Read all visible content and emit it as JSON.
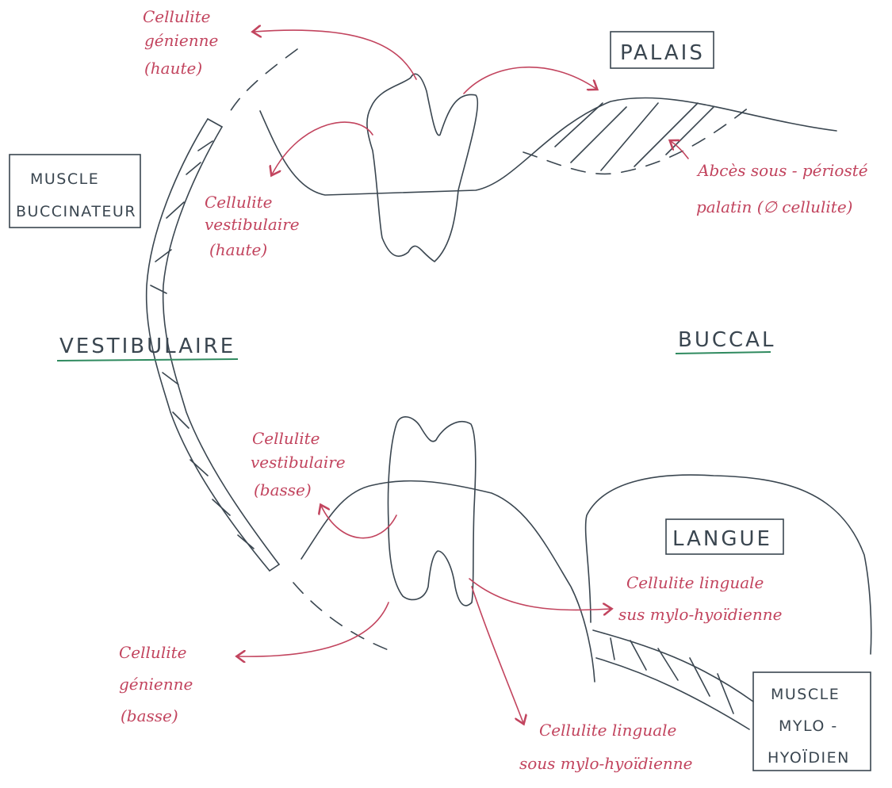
{
  "labels": {
    "palais": "PALAIS",
    "muscle_buccinateur": [
      "MUSCLE",
      "BUCCINATEUR"
    ],
    "vestibulaire": "VESTIBULAIRE",
    "buccal": "BUCCAL",
    "langue": "LANGUE",
    "muscle_mylo_hyoidien": [
      "MUSCLE",
      "MYLO -",
      "HYOÏDIEN"
    ]
  },
  "annotations": {
    "cellulite_genienne_haute": [
      "Cellulite",
      "génienne",
      "(haute)"
    ],
    "cellulite_vestibulaire_haute": [
      "Cellulite",
      "vestibulaire",
      "(haute)"
    ],
    "abces_sous_perioste": [
      "Abcès sous - périosté",
      "palatin (∅ cellulite)"
    ],
    "cellulite_vestibulaire_basse": [
      "Cellulite",
      "vestibulaire",
      "(basse)"
    ],
    "cellulite_linguale_sus": [
      "Cellulite linguale",
      "sus mylo-hyoïdienne"
    ],
    "cellulite_genienne_basse": [
      "Cellulite",
      "génienne",
      "(basse)"
    ],
    "cellulite_linguale_sous": [
      "Cellulite linguale",
      "sous mylo-hyoïdienne"
    ]
  },
  "colors": {
    "ink": "#3a4650",
    "annotation": "#c2445e",
    "underline": "#2f8a5f"
  }
}
